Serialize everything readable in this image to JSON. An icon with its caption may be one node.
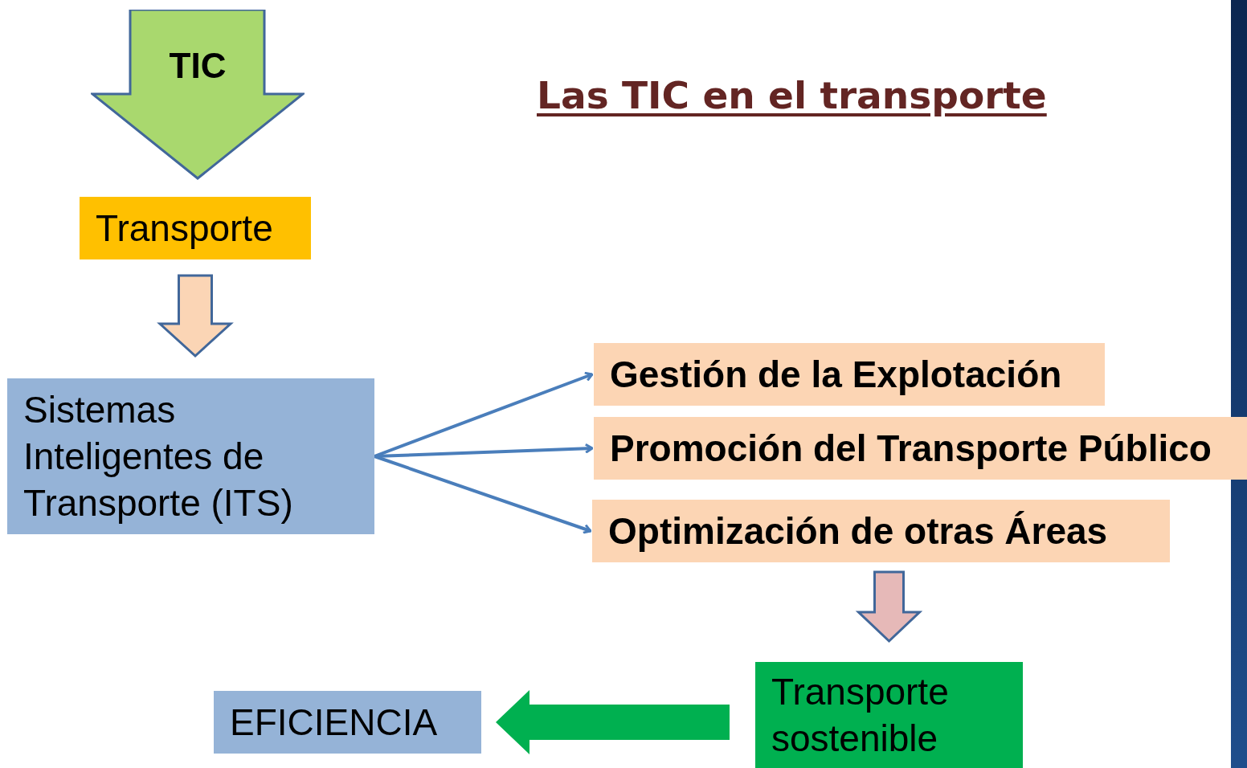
{
  "diagram": {
    "title": "Las TIC en el transporte",
    "nodes": [
      {
        "text": [
          "TIC"
        ]
      },
      {
        "text": [
          "Transporte"
        ]
      },
      {
        "text": [
          "Sistemas Inteligentes de Transporte (ITS)"
        ]
      },
      {
        "text": [
          "Gestión de la Explotación"
        ]
      },
      {
        "text": [
          "Promoción del Transporte Público"
        ]
      },
      {
        "text": [
          "Optimización de otras Áreas"
        ]
      },
      {
        "text": [
          "Transporte sostenible"
        ]
      },
      {
        "text": [
          "EFICIENCIA"
        ]
      }
    ],
    "edges": [
      {
        "from": 1,
        "to": 2,
        "arrow": "to",
        "style": "thick",
        "color": "#fbd5b5"
      },
      {
        "from": 2,
        "to": 3,
        "arrow": "to"
      },
      {
        "from": 2,
        "to": 4,
        "arrow": "to"
      },
      {
        "from": 2,
        "to": 5,
        "arrow": "to"
      },
      {
        "from": 5,
        "to": 6,
        "arrow": "to",
        "style": "thick",
        "color": "#e6b9b8"
      },
      {
        "from": 6,
        "to": 7,
        "arrow": "to",
        "style": "thick",
        "color": "#00b050"
      }
    ]
  }
}
